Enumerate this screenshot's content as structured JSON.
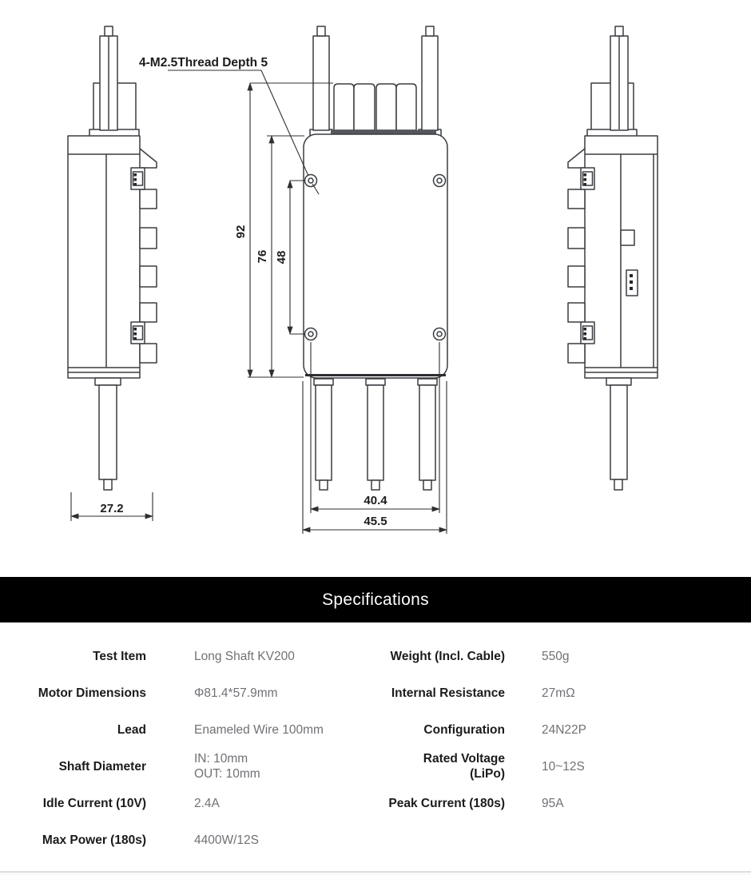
{
  "drawing": {
    "annotation": "4-M2.5Thread Depth 5",
    "dimensions": {
      "overall_height": "92",
      "body_height": "76",
      "hole_spacing_vertical": "48",
      "side_width": "27.2",
      "hole_spacing_horizontal": "40.4",
      "front_width": "45.5"
    }
  },
  "spec": {
    "title": "Specifications",
    "rows": [
      {
        "left_label": "Test Item",
        "left_value": "Long Shaft KV200",
        "right_label": "Weight (Incl. Cable)",
        "right_value": "550g"
      },
      {
        "left_label": "Motor Dimensions",
        "left_value": "Φ81.4*57.9mm",
        "right_label": "Internal Resistance",
        "right_value": "27mΩ"
      },
      {
        "left_label": "Lead",
        "left_value": "Enameled Wire 100mm",
        "right_label": "Configuration",
        "right_value": "24N22P"
      },
      {
        "left_label": "Shaft Diameter",
        "left_value": "IN: 10mm\nOUT: 10mm",
        "right_label": "Rated Voltage\n(LiPo)",
        "right_value": "10~12S"
      },
      {
        "left_label": "Idle Current (10V)",
        "left_value": "2.4A",
        "right_label": "Peak Current (180s)",
        "right_value": "95A"
      },
      {
        "left_label": "Max Power (180s)",
        "left_value": "4400W/12S",
        "right_label": "",
        "right_value": ""
      }
    ]
  },
  "colors": {
    "header_bg": "#000000",
    "header_text": "#ffffff",
    "label_text": "#1a1b1d",
    "value_text": "#6f7175",
    "line": "#3a3d41"
  }
}
